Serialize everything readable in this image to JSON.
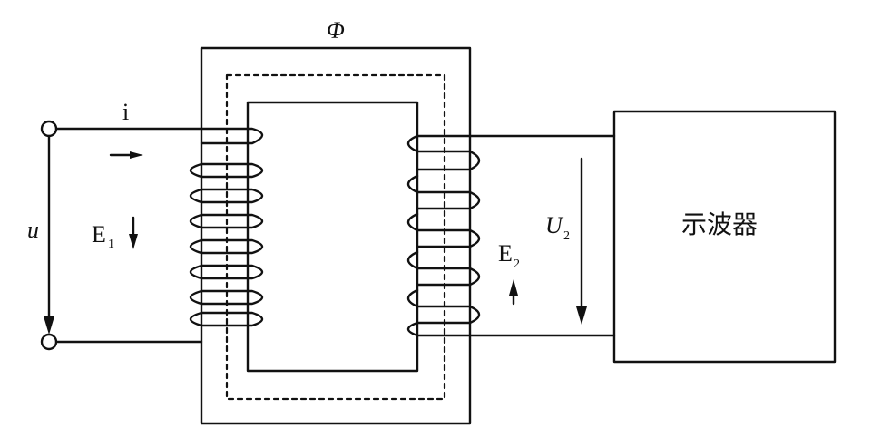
{
  "labels": {
    "flux": "Φ",
    "current": "i",
    "voltage_in": "u",
    "emf1": "E",
    "emf1_sub": "1",
    "emf2": "E",
    "emf2_sub": "2",
    "voltage_out": "U",
    "voltage_out_sub": "2",
    "oscilloscope": "示波器"
  },
  "colors": {
    "stroke": "#111111",
    "background": "#ffffff"
  }
}
